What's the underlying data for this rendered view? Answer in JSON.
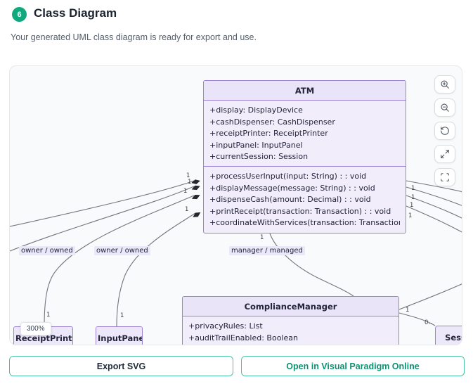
{
  "header": {
    "step_number": "6",
    "title": "Class Diagram",
    "subtitle": "Your generated UML class diagram is ready for export and use."
  },
  "toolbar": {
    "zoom_percent": "300%"
  },
  "controls": {
    "zoom_in": "zoom-in-icon",
    "zoom_out": "zoom-out-icon",
    "reset_view": "rotate-ccw-icon",
    "expand": "expand-arrows-icon",
    "fullscreen": "fullscreen-brackets-icon"
  },
  "diagram": {
    "classes": [
      {
        "name": "ATM",
        "attributes": [
          "+display: DisplayDevice",
          "+cashDispenser: CashDispenser",
          "+receiptPrinter: ReceiptPrinter",
          "+inputPanel: InputPanel",
          "+currentSession: Session"
        ],
        "methods": [
          "+processUserInput(input: String) : : void",
          "+displayMessage(message: String) : : void",
          "+dispenseCash(amount: Decimal) : : void",
          "+printReceipt(transaction: Transaction) : : void",
          "+coordinateWithServices(transaction: Transaction) : : void"
        ]
      },
      {
        "name": "ComplianceManager",
        "attributes": [
          "+privacyRules: List",
          "+auditTrailEnabled: Boolean"
        ]
      },
      {
        "name": "ReceiptPrinter"
      },
      {
        "name": "InputPanel"
      },
      {
        "name": "Session"
      }
    ],
    "edge_labels": [
      "owner / owned",
      "owner / owned",
      "manager / managed"
    ],
    "multiplicities": [
      "1",
      "1",
      "1",
      "1",
      "1",
      "1",
      "1",
      "1",
      "1",
      "1",
      "1",
      "1",
      "0.."
    ]
  },
  "footer": {
    "export_svg_label": "Export SVG",
    "open_vp_label": "Open in Visual Paradigm Online"
  },
  "colors": {
    "accent_green": "#10a97e",
    "class_border_purple": "#9c80d2",
    "class_fill": "#f1edfb",
    "edge_grey": "#74757e",
    "button_teal_border": "#4cc2a4",
    "button_teal_text": "#0e9173"
  }
}
